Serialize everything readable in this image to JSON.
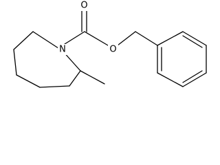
{
  "molecule": {
    "atoms": {
      "nitrogen": "N",
      "carbonyl_oxygen": "O",
      "ester_oxygen": "O"
    },
    "colors": {
      "bond": "#000000",
      "label": "#000000",
      "background": "#ffffff"
    }
  }
}
